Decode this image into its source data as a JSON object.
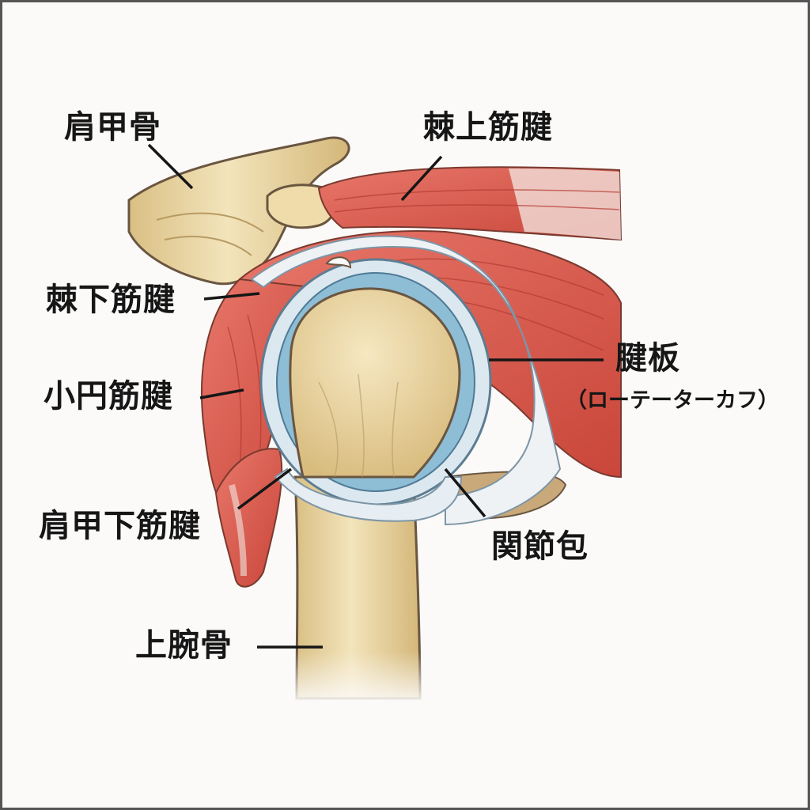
{
  "labels": {
    "scapula": "肩甲骨",
    "supraspinatus": "棘上筋腱",
    "infraspinatus": "棘下筋腱",
    "teres_minor": "小円筋腱",
    "tendon_plate": "腱板",
    "rotator_cuff": "（ローテーターカフ）",
    "subscapularis": "肩甲下筋腱",
    "joint_capsule": "関節包",
    "humerus": "上腕骨"
  },
  "colors": {
    "bone": "#ecd9a6",
    "muscle": "#df5a4a",
    "tendon": "#eef2f5",
    "capsule": "#8ebdd6",
    "outline": "#6a5640"
  }
}
